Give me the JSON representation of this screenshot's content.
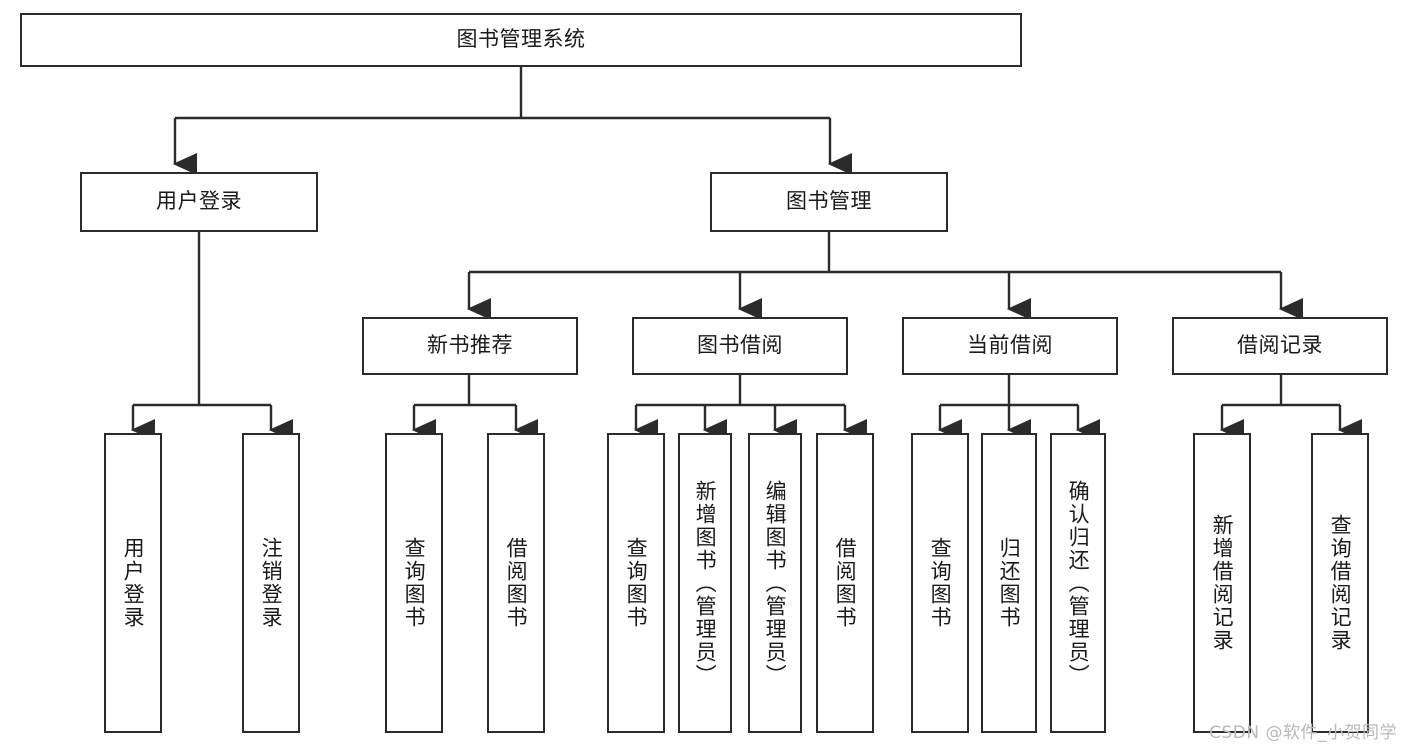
{
  "diagram": {
    "title": "图书管理系统",
    "type": "tree-hierarchy-chart",
    "root": {
      "id": "root",
      "label": "图书管理系统"
    },
    "level2": [
      {
        "id": "user-login",
        "label": "用户登录"
      },
      {
        "id": "book-manage",
        "label": "图书管理"
      }
    ],
    "level3": [
      {
        "id": "new-book-recommend",
        "label": "新书推荐",
        "parent": "book-manage"
      },
      {
        "id": "book-borrow",
        "label": "图书借阅",
        "parent": "book-manage"
      },
      {
        "id": "current-borrow",
        "label": "当前借阅",
        "parent": "book-manage"
      },
      {
        "id": "borrow-record",
        "label": "借阅记录",
        "parent": "book-manage"
      }
    ],
    "leaves": [
      {
        "id": "leaf-user-login",
        "label": "用户登录",
        "parent": "user-login"
      },
      {
        "id": "leaf-user-logout",
        "label": "注销登录",
        "parent": "user-login"
      },
      {
        "id": "leaf-query-book-1",
        "label": "查询图书",
        "parent": "new-book-recommend"
      },
      {
        "id": "leaf-borrow-book-1",
        "label": "借阅图书",
        "parent": "new-book-recommend"
      },
      {
        "id": "leaf-query-book-2",
        "label": "查询图书",
        "parent": "book-borrow"
      },
      {
        "id": "leaf-add-book",
        "label": "新增图书（管理员）",
        "parent": "book-borrow"
      },
      {
        "id": "leaf-edit-book",
        "label": "编辑图书（管理员）",
        "parent": "book-borrow"
      },
      {
        "id": "leaf-borrow-book-2",
        "label": "借阅图书",
        "parent": "book-borrow"
      },
      {
        "id": "leaf-query-book-3",
        "label": "查询图书",
        "parent": "current-borrow"
      },
      {
        "id": "leaf-return-book",
        "label": "归还图书",
        "parent": "current-borrow"
      },
      {
        "id": "leaf-confirm-return",
        "label": "确认归还（管理员）",
        "parent": "current-borrow"
      },
      {
        "id": "leaf-add-record",
        "label": "新增借阅记录",
        "parent": "borrow-record"
      },
      {
        "id": "leaf-query-record",
        "label": "查询借阅记录",
        "parent": "borrow-record"
      }
    ],
    "watermark": "CSDN @软件_小贺同学",
    "colors": {
      "border": "#2b2b2b",
      "background": "#ffffff",
      "text": "#1a1a1a",
      "connector": "#2b2b2b",
      "watermark": "#b9b9b9"
    }
  }
}
